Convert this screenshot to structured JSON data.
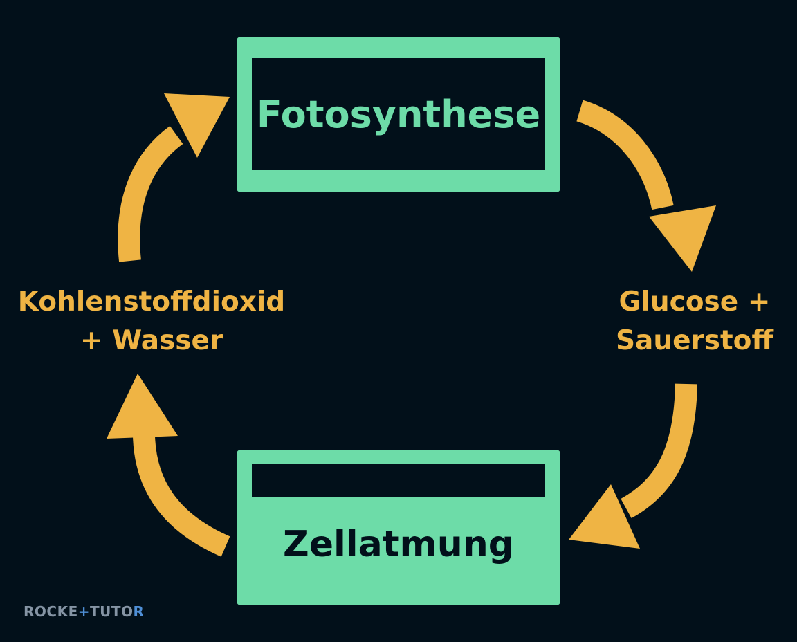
{
  "nodes": {
    "top": {
      "label": "Fotosynthese"
    },
    "bottom": {
      "label": "Zellatmung"
    },
    "left": {
      "line1": "Kohlenstoffdioxid",
      "line2": "+ Wasser"
    },
    "right": {
      "line1": "Glucose +",
      "line2": "Sauerstoff"
    }
  },
  "logo": {
    "part1": "ROCKE",
    "accent1": "+",
    "part2": "TUTO",
    "accent2": "R"
  },
  "colors": {
    "background": "#02101a",
    "box": "#6ddca8",
    "arrow": "#efb444",
    "logo_text": "#8594a4",
    "logo_accent": "#4f8fd6"
  }
}
